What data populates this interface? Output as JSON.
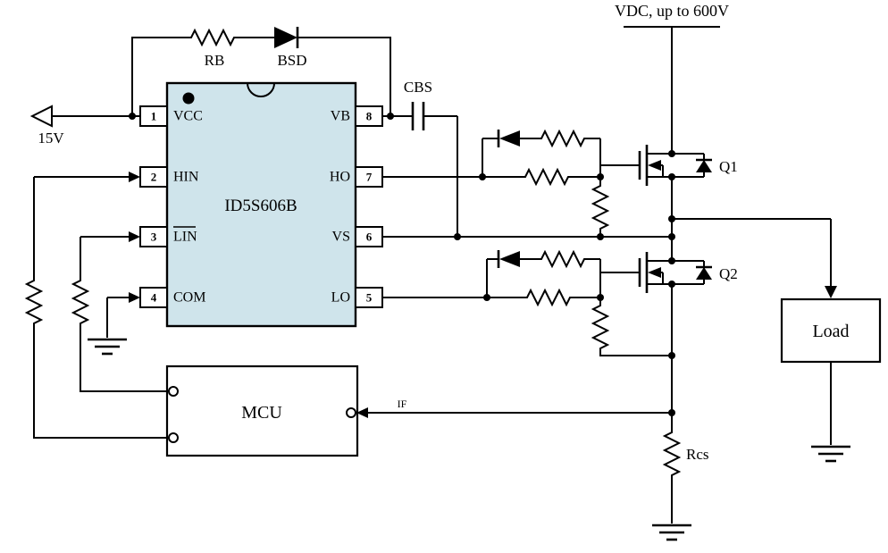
{
  "colors": {
    "ic_fill": "#cfe4eb",
    "wire": "#000000",
    "background": "#ffffff"
  },
  "labels": {
    "vdc_rail": "VDC, up to 600V",
    "supply": "15V",
    "rb": "RB",
    "bsd": "BSD",
    "cbs": "CBS",
    "q1": "Q1",
    "q2": "Q2",
    "rcs": "Rcs",
    "if_signal": "IF"
  },
  "ic": {
    "name": "ID5S606B",
    "pins": [
      {
        "num": "1",
        "name": "VCC"
      },
      {
        "num": "2",
        "name": "HIN"
      },
      {
        "num": "3",
        "name": "LIN"
      },
      {
        "num": "4",
        "name": "COM"
      },
      {
        "num": "5",
        "name": "LO"
      },
      {
        "num": "6",
        "name": "VS"
      },
      {
        "num": "7",
        "name": "HO"
      },
      {
        "num": "8",
        "name": "VB"
      }
    ]
  },
  "blocks": {
    "mcu": "MCU",
    "load": "Load"
  }
}
